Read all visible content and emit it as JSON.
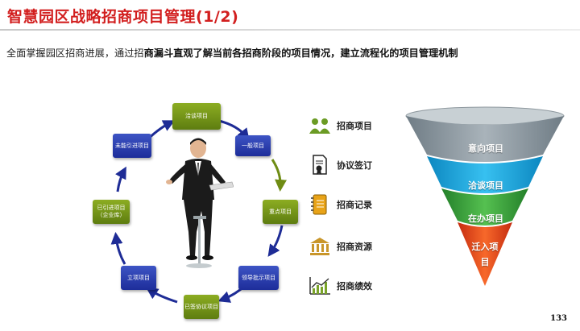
{
  "title": "智慧园区战略招商项目管理(1/2)",
  "subtitle": {
    "plain": "全面掌握园区招商进展，通过招",
    "bold": "商漏斗直观了解当前各招商阶段的项目情况，建立流程化的项目管理机制"
  },
  "cycle": {
    "nodes": [
      {
        "label": "洽谈项目"
      },
      {
        "label": "一般项目"
      },
      {
        "label": "重点项目"
      },
      {
        "label": "领导批示项目"
      },
      {
        "label": "已签协议项目"
      },
      {
        "label": "立项项目"
      },
      {
        "label": "已引进项目（企业库）"
      },
      {
        "label": "未能引进项目"
      }
    ]
  },
  "legend": [
    {
      "label": "招商项目",
      "icon": "people-icon"
    },
    {
      "label": "协议签订",
      "icon": "certificate-icon"
    },
    {
      "label": "招商记录",
      "icon": "notebook-icon"
    },
    {
      "label": "招商资源",
      "icon": "bank-icon"
    },
    {
      "label": "招商绩效",
      "icon": "chart-icon"
    }
  ],
  "funnel": {
    "stages": [
      {
        "label": "意向项目",
        "color": "#8e9aa3"
      },
      {
        "label": "洽谈项目",
        "color": "#1ea9e0"
      },
      {
        "label": "在办项目",
        "color": "#39a13a"
      },
      {
        "label": "迁入项目",
        "color": "#e8431a"
      }
    ]
  },
  "page_number": "133"
}
